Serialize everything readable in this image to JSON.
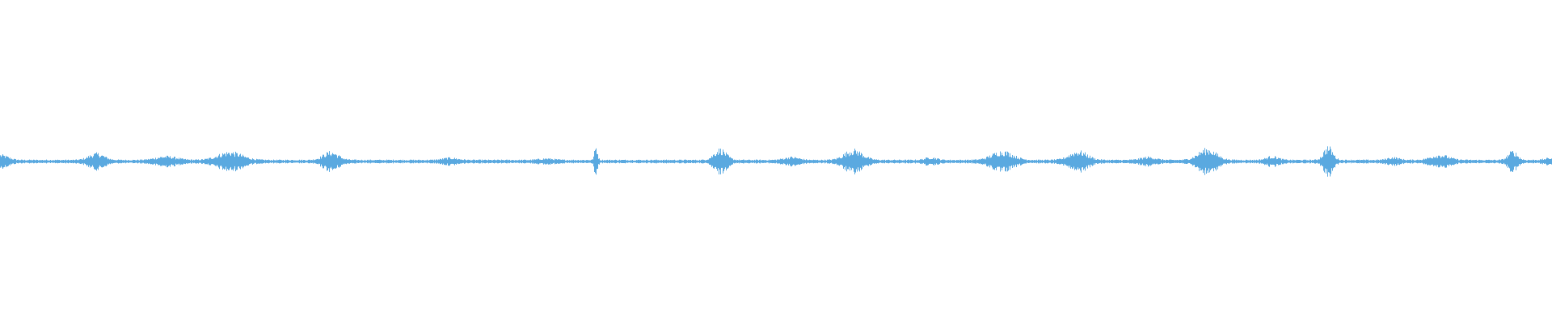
{
  "waveform": {
    "color": "#5aa9e0",
    "background": "#ffffff",
    "baseline_level": 0.012,
    "bursts": [
      {
        "center": 0.0,
        "width": 0.01,
        "amplitude": 0.035
      },
      {
        "center": 0.062,
        "width": 0.01,
        "amplitude": 0.045
      },
      {
        "center": 0.107,
        "width": 0.014,
        "amplitude": 0.025
      },
      {
        "center": 0.148,
        "width": 0.016,
        "amplitude": 0.055
      },
      {
        "center": 0.213,
        "width": 0.01,
        "amplitude": 0.055
      },
      {
        "center": 0.29,
        "width": 0.01,
        "amplitude": 0.015
      },
      {
        "center": 0.352,
        "width": 0.01,
        "amplitude": 0.01
      },
      {
        "center": 0.384,
        "width": 0.002,
        "amplitude": 0.095
      },
      {
        "center": 0.464,
        "width": 0.008,
        "amplitude": 0.075
      },
      {
        "center": 0.51,
        "width": 0.01,
        "amplitude": 0.02
      },
      {
        "center": 0.55,
        "width": 0.012,
        "amplitude": 0.07
      },
      {
        "center": 0.6,
        "width": 0.008,
        "amplitude": 0.018
      },
      {
        "center": 0.646,
        "width": 0.014,
        "amplitude": 0.06
      },
      {
        "center": 0.695,
        "width": 0.012,
        "amplitude": 0.06
      },
      {
        "center": 0.74,
        "width": 0.01,
        "amplitude": 0.02
      },
      {
        "center": 0.778,
        "width": 0.012,
        "amplitude": 0.075
      },
      {
        "center": 0.82,
        "width": 0.008,
        "amplitude": 0.025
      },
      {
        "center": 0.856,
        "width": 0.006,
        "amplitude": 0.09
      },
      {
        "center": 0.898,
        "width": 0.008,
        "amplitude": 0.018
      },
      {
        "center": 0.928,
        "width": 0.012,
        "amplitude": 0.035
      },
      {
        "center": 0.975,
        "width": 0.006,
        "amplitude": 0.06
      },
      {
        "center": 1.0,
        "width": 0.008,
        "amplitude": 0.015
      }
    ]
  }
}
